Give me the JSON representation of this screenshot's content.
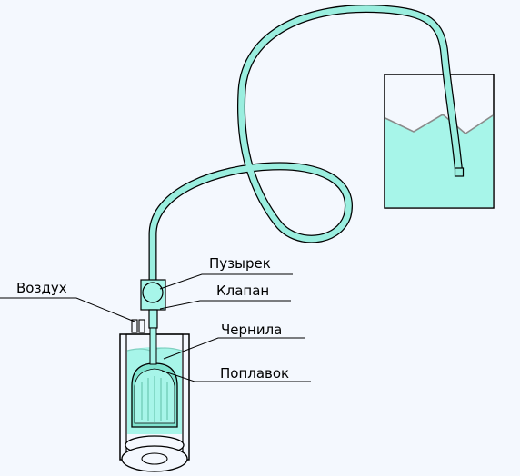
{
  "labels": {
    "air": "Воздух",
    "bubble": "Пузырек",
    "valve": "Клапан",
    "ink": "Чернила",
    "float": "Поплавок"
  },
  "colors": {
    "background": "#f4f8fe",
    "ink": "#a7f5e9",
    "ink_dark": "#64d4bd",
    "outline": "#000000",
    "leader": "#000000"
  }
}
